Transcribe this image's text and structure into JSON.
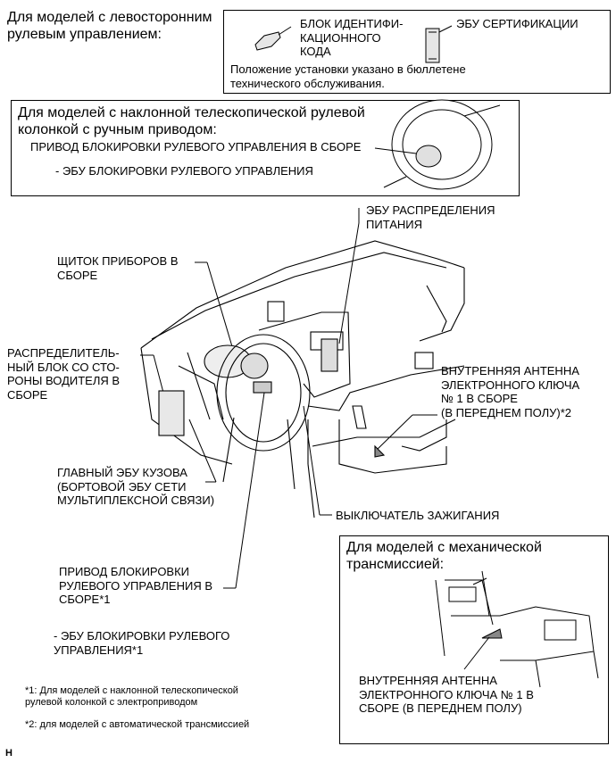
{
  "lhd_note": "Для моделей с левосторонним\nрулевым управлением:",
  "top_box": {
    "id_code_box": "БЛОК ИДЕНТИФИ-\nКАЦИОННОГО\nКОДА",
    "cert_ecu": "ЭБУ СЕРТИФИКАЦИИ",
    "bulletin_note": "Положение установки указано в бюллетене\nтехнического обслуживания."
  },
  "tilt_box": {
    "title": "Для моделей с наклонной телескопической рулевой\nколонкой с ручным приводом:",
    "actuator": "ПРИВОД БЛОКИРОВКИ РУЛЕВОГО УПРАВЛЕНИЯ В СБОРЕ",
    "lock_ecu": "- ЭБУ БЛОКИРОВКИ РУЛЕВОГО УПРАВЛЕНИЯ"
  },
  "labels": {
    "power_ecu": "ЭБУ РАСПРЕДЕЛЕНИЯ\nПИТАНИЯ",
    "meter": "ЩИТОК ПРИБОРОВ В\nСБОРЕ",
    "junction_block": "РАСПРЕДЕЛИТЕЛЬ-\nНЫЙ БЛОК СО СТО-\nРОНЫ ВОДИТЕЛЯ В\nСБОРЕ",
    "antenna1": "ВНУТРЕННЯЯ АНТЕННА\nЭЛЕКТРОННОГО КЛЮЧА\n№ 1 В СБОРЕ\n(В ПЕРЕДНЕМ ПОЛУ)*2",
    "body_ecu": "ГЛАВНЫЙ ЭБУ КУЗОВА\n(БОРТОВОЙ ЭБУ СЕТИ\nМУЛЬТИПЛЕКСНОЙ СВЯЗИ)",
    "ignition": "ВЫКЛЮЧАТЕЛЬ ЗАЖИГАНИЯ",
    "actuator2": "ПРИВОД БЛОКИРОВКИ\nРУЛЕВОГО УПРАВЛЕНИЯ В\nСБОРЕ*1",
    "lock_ecu2": "- ЭБУ БЛОКИРОВКИ РУЛЕВОГО\nУПРАВЛЕНИЯ*1"
  },
  "mt_box": {
    "title": "Для моделей с механической\nтрансмиссией:",
    "antenna2": "ВНУТРЕННЯЯ АНТЕННА\nЭЛЕКТРОННОГО КЛЮЧА № 1 В\nСБОРЕ (В ПЕРЕДНЕМ ПОЛУ)"
  },
  "footnotes": {
    "fn1": "*1: Для моделей с наклонной телескопической\nрулевой колонкой с электроприводом",
    "fn2": "*2: для моделей с автоматической трансмиссией"
  },
  "corner_mark": "H"
}
